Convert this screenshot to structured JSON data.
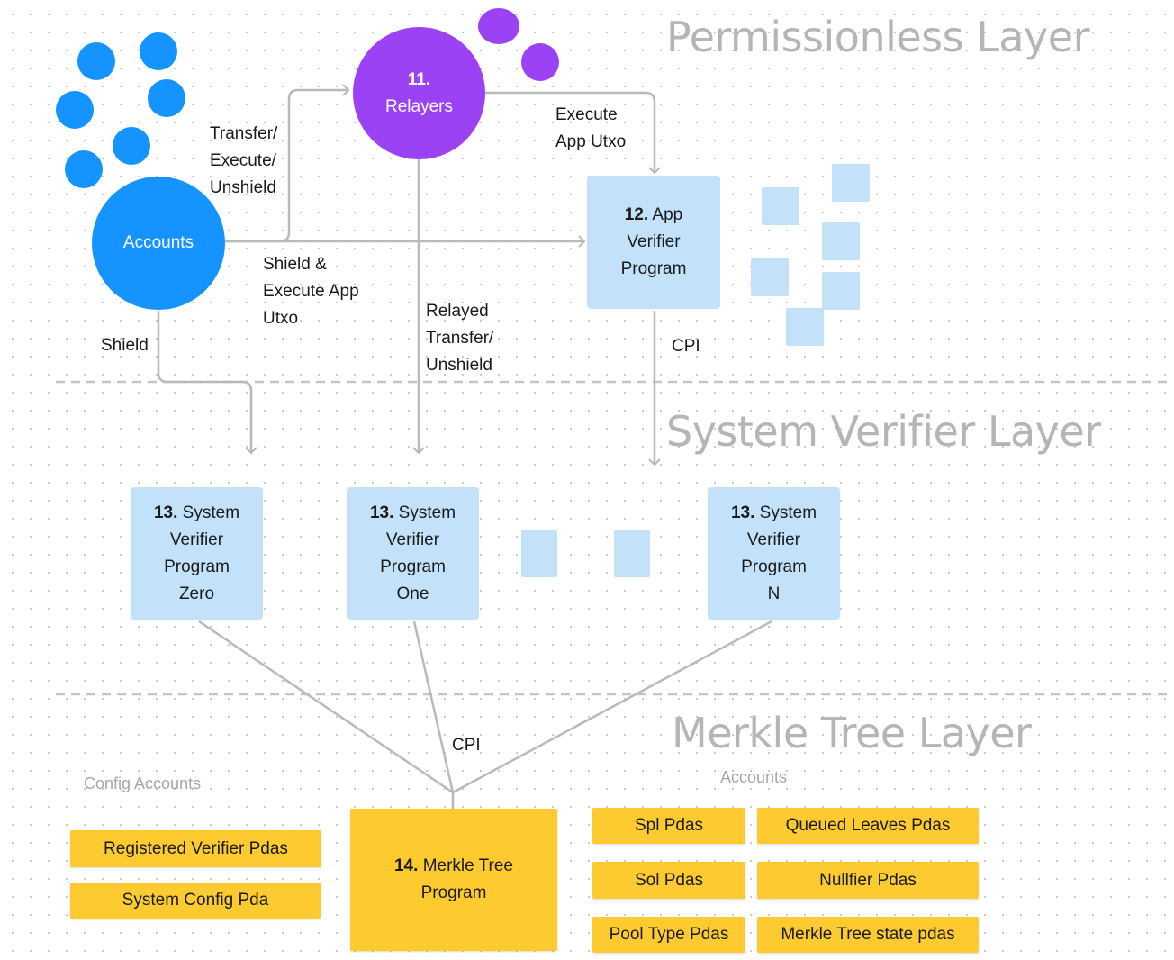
{
  "layers": {
    "permissionless": "Permissionless Layer",
    "system_verifier": "System Verifier Layer",
    "merkle_tree": "Merkle Tree Layer"
  },
  "nodes": {
    "accounts": "Accounts",
    "relayers_number": "11.",
    "relayers_label": "Relayers",
    "app_verifier": {
      "number": "12.",
      "line1": "App",
      "line2": "Verifier",
      "line3": "Program"
    },
    "system_verifier_zero": {
      "number": "13.",
      "line1": "System",
      "line2": "Verifier",
      "line3": "Program",
      "line4": "Zero"
    },
    "system_verifier_one": {
      "number": "13.",
      "line1": "System",
      "line2": "Verifier",
      "line3": "Program",
      "line4": "One"
    },
    "system_verifier_n": {
      "number": "13.",
      "line1": "System",
      "line2": "Verifier",
      "line3": "Program",
      "line4": "N"
    },
    "merkle_tree_program": {
      "number": "14.",
      "line1": "Merkle Tree",
      "line2": "Program"
    }
  },
  "edge_labels": {
    "transfer_execute_unshield": [
      "Transfer/",
      "Execute/",
      "Unshield"
    ],
    "execute_app_utxo": [
      "Execute",
      "App Utxo"
    ],
    "shield_execute_app_utxo": [
      "Shield &",
      "Execute App",
      "Utxo"
    ],
    "shield": "Shield",
    "relayed_transfer_unshield": [
      "Relayed",
      "Transfer/",
      "Unshield"
    ],
    "cpi_app": "CPI",
    "cpi_merkle": "CPI"
  },
  "config_accounts": {
    "caption": "Config Accounts",
    "items": [
      "Registered Verifier Pdas",
      "System Config Pda"
    ]
  },
  "accounts_group": {
    "caption": "Accounts",
    "left": [
      "Spl Pdas",
      "Sol Pdas",
      "Pool Type Pdas"
    ],
    "right": [
      "Queued Leaves Pdas",
      "Nullfier Pdas",
      "Merkle Tree state pdas"
    ]
  },
  "colors": {
    "account_blue": "#1593ff",
    "relayer_purple": "#9c42f5",
    "verifier_box": "#c3e2fa",
    "pda_yellow": "#fdcb2f",
    "connector_gray": "#b9b9b9",
    "layer_title_gray": "#b5b5b5"
  }
}
